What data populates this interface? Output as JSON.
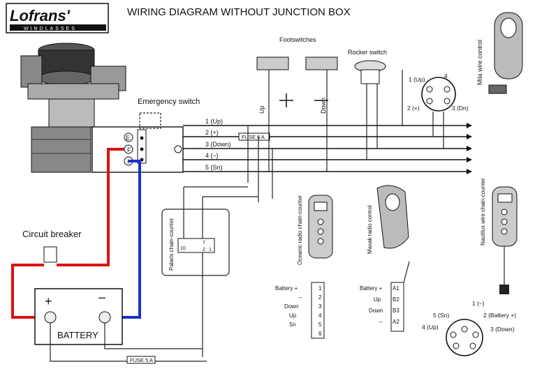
{
  "logo": {
    "name": "Lofrans'",
    "sub": "WINDLASSES"
  },
  "title": "WIRING DIAGRAM WITHOUT JUNCTION BOX",
  "labels": {
    "emergency_switch": "Emergency switch",
    "circuit_breaker": "Circuit breaker",
    "battery": "BATTERY",
    "footswitches": "Footswitches",
    "rocker_switch": "Rocker switch",
    "up": "Up",
    "down": "Down",
    "mila": "Mila wire control",
    "palaris": "Palaris chain-counter",
    "oceanic": "Oceanic radio chain-counter",
    "maxak": "Maxak radio control",
    "nautilux": "Nautilux wire chain-counter"
  },
  "wires": [
    "1 (Up)",
    "2 (+)",
    "3 (Down)",
    "4 (–)",
    "5 (Sn)"
  ],
  "fuses": [
    "FUSE 6 A",
    "FUSE 5 A"
  ],
  "motor_terminals": [
    "E",
    "F",
    "I"
  ],
  "mila_pins": [
    "1 (Up)",
    "2 (+)",
    "3 (Dn)",
    "4"
  ],
  "palaris_pins": [
    "10",
    "7",
    "2",
    "1"
  ],
  "battery_terms": {
    "plus": "+",
    "minus": "–"
  },
  "oceanic_table": {
    "rows": [
      {
        "name": "Battery +",
        "num": "1"
      },
      {
        "name": "–",
        "num": "2"
      },
      {
        "name": "Down",
        "num": "3"
      },
      {
        "name": "Up",
        "num": "4"
      },
      {
        "name": "Sn",
        "num": "5"
      },
      {
        "name": "",
        "num": "6"
      }
    ]
  },
  "maxak_table": {
    "rows": [
      {
        "name": "Battery +",
        "num": "A1"
      },
      {
        "name": "Up",
        "num": "B2"
      },
      {
        "name": "Down",
        "num": "B3"
      },
      {
        "name": "–",
        "num": "A2"
      }
    ]
  },
  "nautilux_pins": [
    "1 (–)",
    "2 (Battery +)",
    "3 (Down)",
    "4 (Up)",
    "5 (Sn)"
  ]
}
